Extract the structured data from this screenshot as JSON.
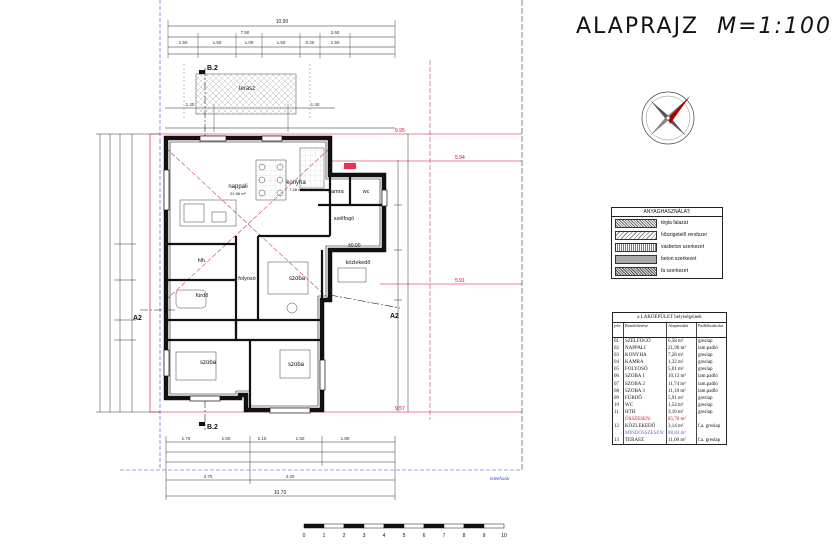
{
  "header": {
    "title": "ALAPRAJZ",
    "scale": "M=1:100"
  },
  "sections": {
    "b2": "B.2",
    "a2": "A2"
  },
  "rooms": [
    {
      "name": "terasz",
      "area": ""
    },
    {
      "name": "nappali",
      "area": "21,96 m²"
    },
    {
      "name": "konyha",
      "area": "7,28 m²"
    },
    {
      "name": "kamra",
      "area": ""
    },
    {
      "name": "wc",
      "area": ""
    },
    {
      "name": "szélfogó",
      "area": ""
    },
    {
      "name": "közlekedő",
      "area": ""
    },
    {
      "name": "hlh.",
      "area": ""
    },
    {
      "name": "fürdő",
      "area": ""
    },
    {
      "name": "folyosó",
      "area": ""
    },
    {
      "name": "szoba",
      "area": ""
    },
    {
      "name": "szoba",
      "area": ""
    },
    {
      "name": "szoba",
      "area": ""
    }
  ],
  "levels": {
    "main": "±0.00"
  },
  "dimensions": {
    "top_total": "10.90",
    "bottom_total": "10.70",
    "right_1": "9.95",
    "right_2": "5.94",
    "right_3": "5.91",
    "right_4": "9.57"
  },
  "notes": {
    "lot_line": "telekhatár"
  },
  "legend": {
    "title": "ANYAGHASZNÁLAT:",
    "items": [
      "tégla falazat",
      "hőszigetelő rendszer",
      "vasbeton szerkezet",
      "beton szerkezet",
      "fa szerkezet"
    ]
  },
  "room_table": {
    "caption": "a LAKÓÉPÜLET helyiségeinek",
    "headers": [
      "jele",
      "Rendeltetése",
      "Alapterület",
      "Padlóburkolat"
    ],
    "rows": [
      [
        "01",
        "SZÉLFOGÓ",
        "6,58 m²",
        "greslap"
      ],
      [
        "02",
        "NAPPALI",
        "21,96 m²",
        "lam.padló"
      ],
      [
        "03",
        "KONYHA",
        "7,28 m²",
        "greslap"
      ],
      [
        "04",
        "KAMRA",
        "1,32 m²",
        "greslap"
      ],
      [
        "05",
        "FOLYOSÓ",
        "5,01 m²",
        "greslap"
      ],
      [
        "06",
        "SZOBA 1",
        "10,13 m²",
        "lam.padló"
      ],
      [
        "07",
        "SZOBA 2",
        "11,74 m²",
        "lam.padló"
      ],
      [
        "08",
        "SZOBA 3",
        "11,10 m²",
        "lam.padló"
      ],
      [
        "09",
        "FÜRDŐ",
        "5,91 m²",
        "greslap"
      ],
      [
        "10",
        "WC",
        "1,54 m²",
        "greslap"
      ],
      [
        "11",
        "HTH",
        "3,10 m²",
        "greslap"
      ],
      [
        "",
        "ÖSSZESEN:",
        "85,70 m²",
        ""
      ],
      [
        "12",
        "KÖZLEKEDŐ",
        "3,14 m²",
        "f.a. greslap"
      ],
      [
        "",
        "MINDÖSSZESEN:",
        "88,84 m²",
        ""
      ],
      [
        "13",
        "TERASZ",
        "11,00 m²",
        "f.a. greslap"
      ]
    ]
  },
  "scale_bar": {
    "ticks": [
      "0",
      "1",
      "2",
      "3",
      "4",
      "5",
      "6",
      "7",
      "8",
      "9",
      "10"
    ]
  },
  "colors": {
    "wall": "#111111",
    "dimension": "#1a1a1a",
    "red_line": "#e0002a",
    "magenta": "#cc3399",
    "blue_dim": "#3b4fd6"
  }
}
